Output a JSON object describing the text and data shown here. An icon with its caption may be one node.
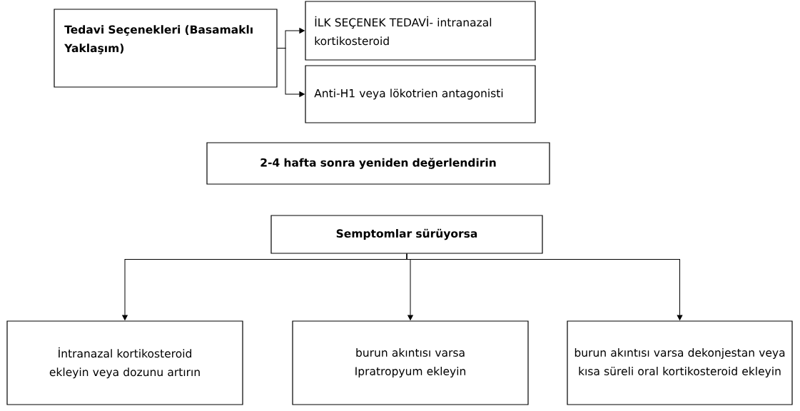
{
  "diagram": {
    "nodes": [
      {
        "text": [
          "Tedavi Seçenekleri (Basamaklı Yaklaşım)"
        ]
      },
      {
        "text": [
          "İLK SEÇENEK TEDAVİ- intranazal kortikosteroid"
        ]
      },
      {
        "text": [
          "Anti-H1 veya lökotrien antagonisti"
        ]
      },
      {
        "text": [
          "2-4 hafta sonra yeniden değerlendirin"
        ]
      },
      {
        "text": [
          "Semptomlar sürüyorsa"
        ]
      },
      {
        "text": [
          "İntranazal kortikosteroid ekleyin veya dozunu artırın"
        ]
      },
      {
        "text": [
          "burun akıntısı varsa Ipratropyum ekleyin"
        ]
      },
      {
        "text": [
          "burun akıntısı varsa dekonjestan veya kısa süreli oral kortikosteroid ekleyin"
        ]
      }
    ],
    "edges": [
      {
        "from": 0,
        "to": 1,
        "arrow": "to"
      },
      {
        "from": 0,
        "to": 2,
        "arrow": "to"
      },
      {
        "from": 4,
        "to": 5,
        "arrow": "to"
      },
      {
        "from": 4,
        "to": 6,
        "arrow": "to"
      },
      {
        "from": 4,
        "to": 7,
        "arrow": "to"
      }
    ]
  }
}
